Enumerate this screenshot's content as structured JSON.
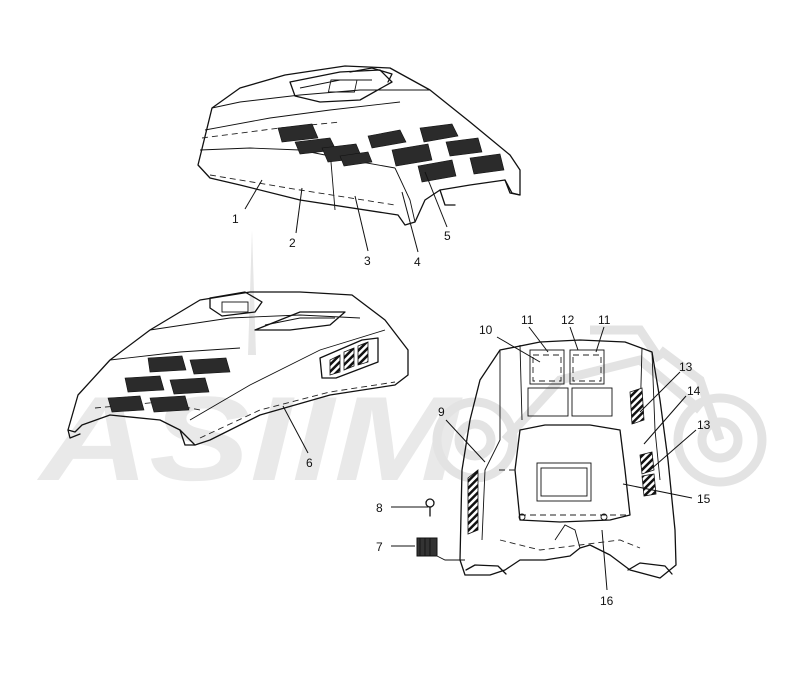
{
  "callouts": [
    {
      "id": "c1",
      "text": "1"
    },
    {
      "id": "c2",
      "text": "2"
    },
    {
      "id": "c3",
      "text": "3"
    },
    {
      "id": "c4",
      "text": "4"
    },
    {
      "id": "c5",
      "text": "5"
    },
    {
      "id": "c6",
      "text": "6"
    },
    {
      "id": "c7",
      "text": "7"
    },
    {
      "id": "c8",
      "text": "8"
    },
    {
      "id": "c9",
      "text": "9"
    },
    {
      "id": "c10",
      "text": "10"
    },
    {
      "id": "c11a",
      "text": "11"
    },
    {
      "id": "c12",
      "text": "12"
    },
    {
      "id": "c11b",
      "text": "11"
    },
    {
      "id": "c13a",
      "text": "13"
    },
    {
      "id": "c14",
      "text": "14"
    },
    {
      "id": "c13b",
      "text": "13"
    },
    {
      "id": "c15",
      "text": "15"
    },
    {
      "id": "c16",
      "text": "16"
    }
  ],
  "watermark": {
    "text": "ASIIM",
    "icon": "motorcycle-icon",
    "color": "#e6e6e6"
  },
  "colors": {
    "line": "#111111",
    "background": "#ffffff"
  }
}
